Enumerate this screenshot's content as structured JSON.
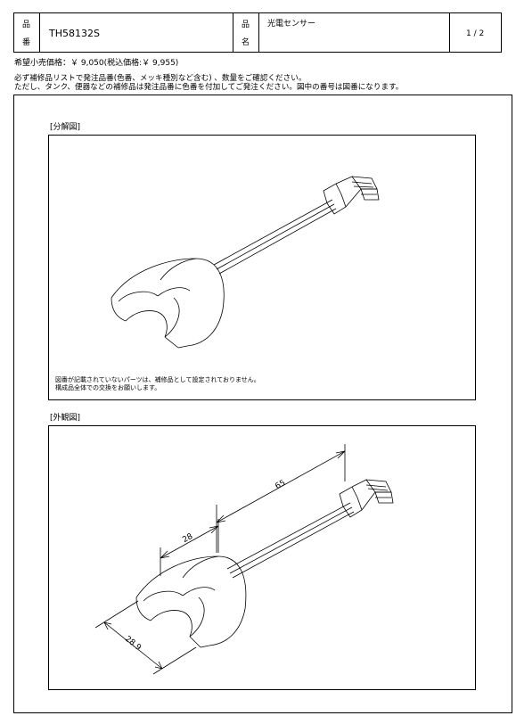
{
  "header": {
    "label_hinban": [
      "品",
      "番"
    ],
    "part_number": "TH58132S",
    "label_hinmei": [
      "品",
      "名"
    ],
    "part_name": "光電センサー",
    "page": "1 / 2"
  },
  "price_line": "希望小売価格：￥ 9,050(税込価格:￥ 9,955)",
  "notice": [
    "必ず補修品リストで発注品番(色番、メッキ種別など含む) 、数量をご確認ください。",
    "ただし、タンク、便器などの補修品は発注品番に色番を付加してご発注ください。図中の番号は図番になります。"
  ],
  "exploded": {
    "label": "[分解図]",
    "note": [
      "図番が記載されていないパーツは、補修品として設定されておりません。",
      "構成品全体での交換をお願いします。"
    ]
  },
  "external": {
    "label": "[外観図]",
    "dimensions": [
      "65",
      "28",
      "28.9"
    ]
  }
}
